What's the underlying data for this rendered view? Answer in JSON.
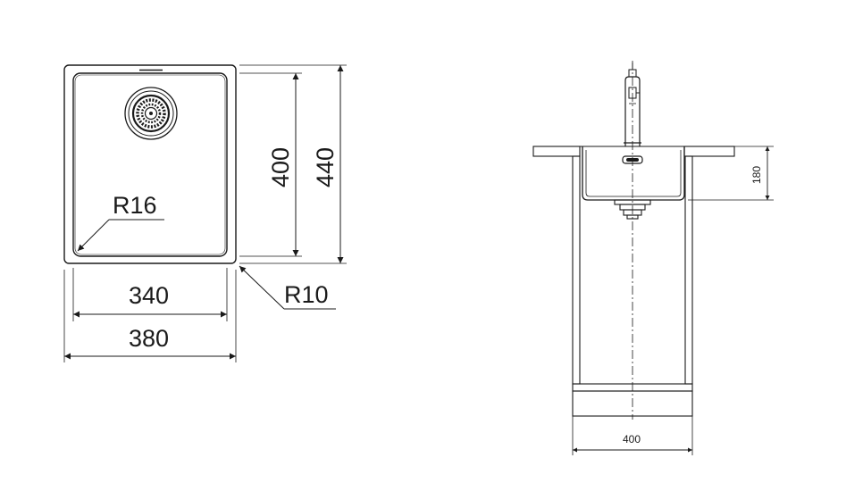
{
  "top_view": {
    "outer_width_label": "380",
    "inner_width_label": "340",
    "inner_depth_label": "400",
    "outer_depth_label": "440",
    "inner_radius_label": "R16",
    "outer_radius_label": "R10"
  },
  "side_view": {
    "bowl_depth_label": "180",
    "cabinet_width_label": "400"
  }
}
